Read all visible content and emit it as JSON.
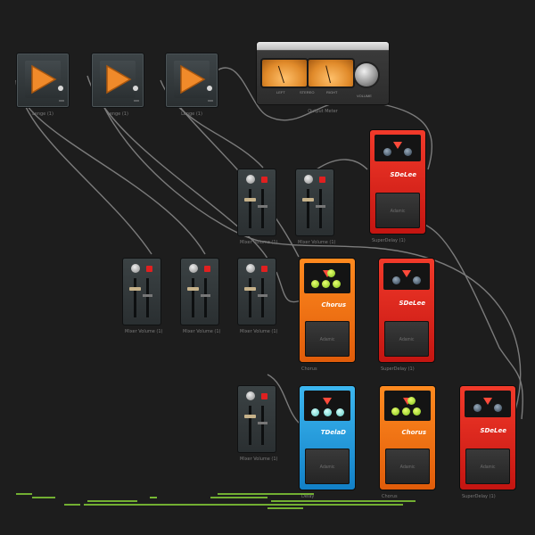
{
  "players": [
    {
      "id": "p1",
      "title": "Lenge (1)",
      "tiny": "xxx"
    },
    {
      "id": "p2",
      "title": "Lenge (1)",
      "tiny": "xxx"
    },
    {
      "id": "p3",
      "title": "Lenge (1)",
      "tiny": "xxx"
    }
  ],
  "meter": {
    "title": "Output Meter",
    "left_caption": "LEFT",
    "center_caption": "STEREO",
    "right_caption": "RIGHT",
    "knob_caption": "VOLUME"
  },
  "faders": [
    {
      "id": "f1",
      "label": "Mixer Volume (1)"
    },
    {
      "id": "f2",
      "label": "Mixer Volume (1)"
    },
    {
      "id": "f3",
      "label": "Mixer Volume (1)"
    },
    {
      "id": "f4",
      "label": "Mixer Volume (1)"
    },
    {
      "id": "f5",
      "label": "Mixer Volume (1)"
    },
    {
      "id": "f6",
      "label": "Mixer Volume (1)"
    }
  ],
  "pedals": [
    {
      "id": "d1",
      "color": "red",
      "name": "SDeLee",
      "footswitch": "Adamic",
      "label": "SuperDelay (1)"
    },
    {
      "id": "d2",
      "color": "orange",
      "name": "Chorus",
      "footswitch": "Adamic",
      "label": "Chorus"
    },
    {
      "id": "d3",
      "color": "red",
      "name": "SDeLee",
      "footswitch": "Adamic",
      "label": "SuperDelay (1)"
    },
    {
      "id": "d4",
      "color": "blue",
      "name": "TDelaD",
      "footswitch": "Adamic",
      "label": "Delay"
    },
    {
      "id": "d5",
      "color": "orange",
      "name": "Chorus",
      "footswitch": "Adamic",
      "label": "Chorus"
    },
    {
      "id": "d6",
      "color": "red",
      "name": "SDeLee",
      "footswitch": "Adamic",
      "label": "SuperDelay (1)"
    }
  ],
  "colors": {
    "background": "#1d1d1d",
    "cable": "#8c8c8c",
    "timeline": "#8ee03a",
    "play": "#f08a2a"
  }
}
